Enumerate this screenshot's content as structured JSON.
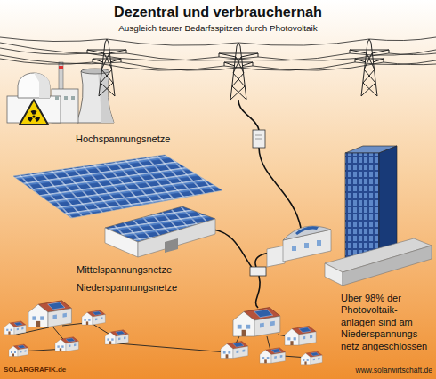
{
  "diagram": {
    "title": "Dezentral und verbrauchernah",
    "labels": [
      "Ausgleich teurer Bedarfsspitzen durch Photovoltaik",
      "Hochspannungsnetze",
      "Mittelspannungsnetze",
      "Niederspannungsnetze",
      "Über 98% der Photovoltaik- anlagen sind am Niederspannungs- netz angeschlossen",
      "SOLARGRAFIK.de",
      "www.solarwirtschaft.de"
    ]
  }
}
